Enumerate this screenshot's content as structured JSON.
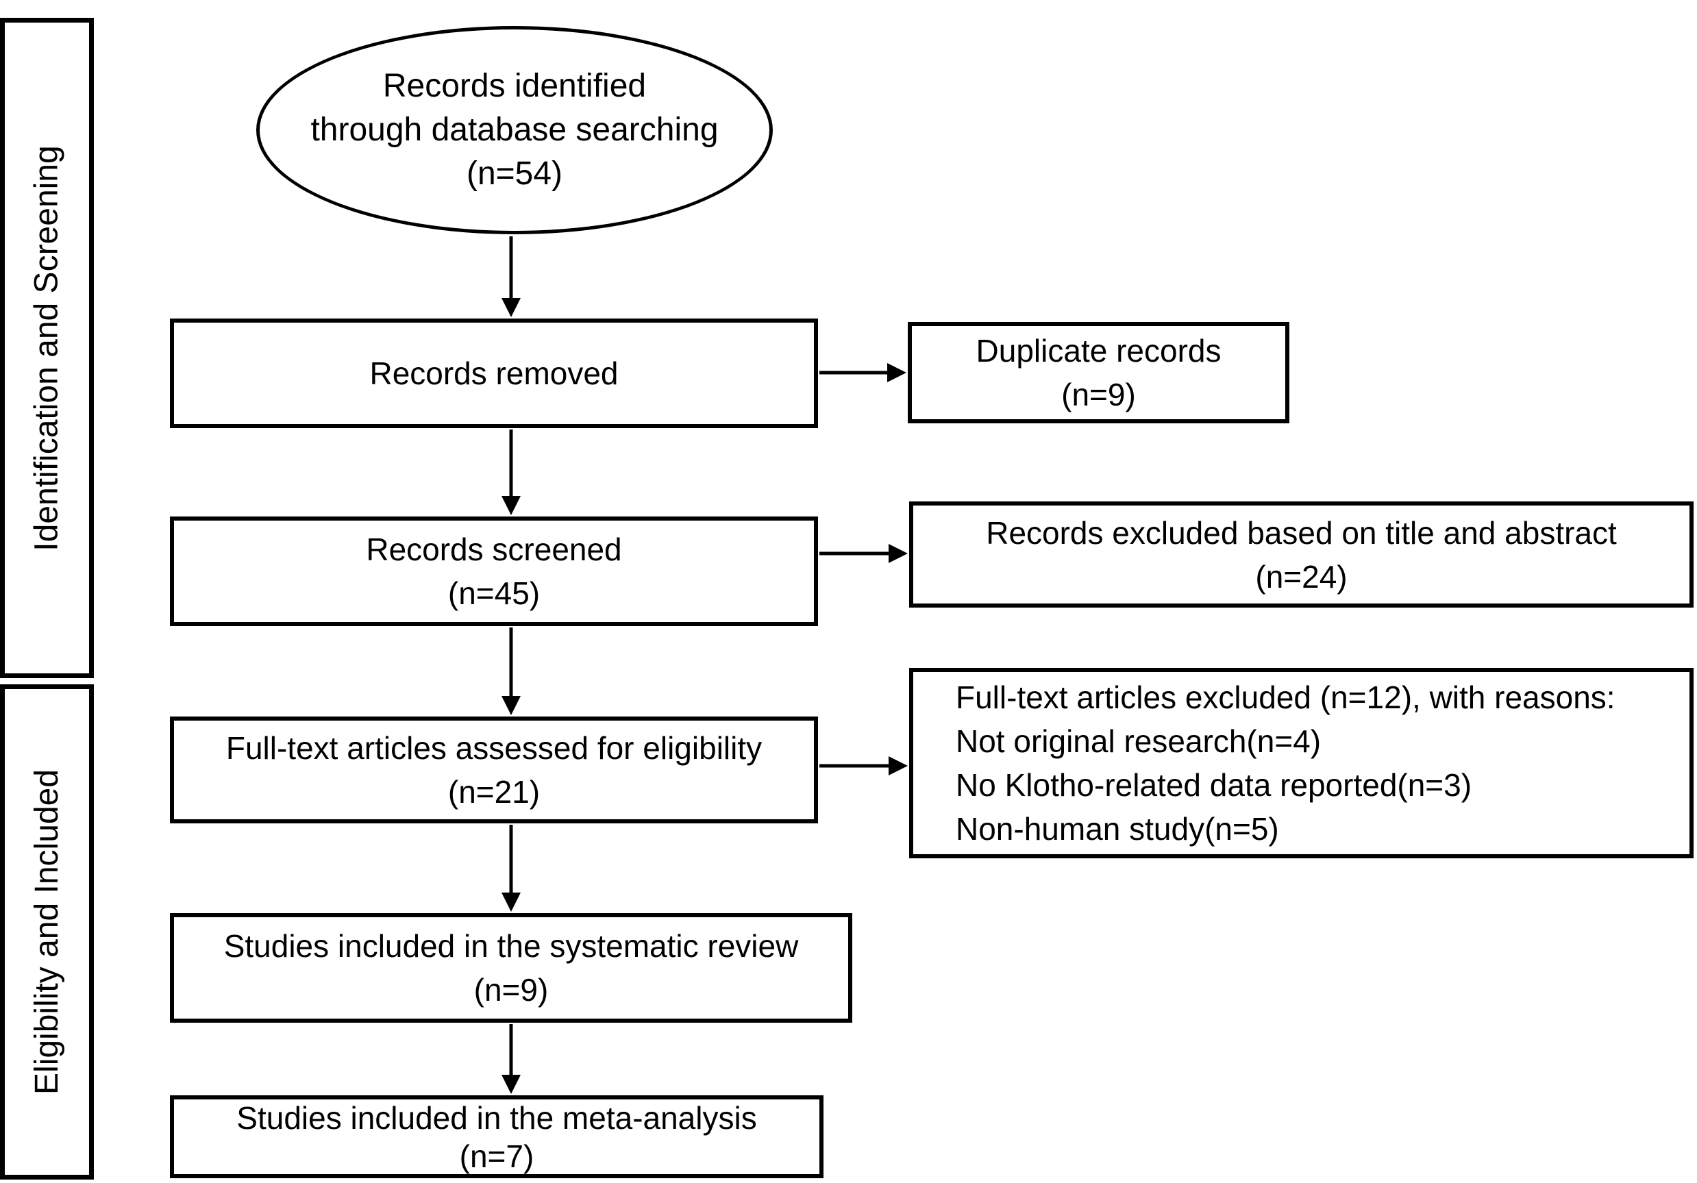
{
  "colors": {
    "stroke": "#000000",
    "background": "#ffffff",
    "text": "#000000"
  },
  "sidebar": {
    "sections": [
      {
        "label": "Identification and Screening"
      },
      {
        "label": "Eligibility and Included"
      }
    ]
  },
  "flow": {
    "source": {
      "lines": [
        "Records identified",
        "through database searching",
        "(n=54)"
      ]
    },
    "steps": [
      {
        "lines": [
          "Records removed"
        ]
      },
      {
        "lines": [
          "Records screened",
          "(n=45)"
        ]
      },
      {
        "lines": [
          "Full-text articles assessed for eligibility",
          "(n=21)"
        ]
      },
      {
        "lines": [
          "Studies included in the systematic review",
          "(n=9)"
        ]
      },
      {
        "lines": [
          "Studies included in the meta-analysis",
          "(n=7)"
        ]
      }
    ],
    "exclusions": [
      {
        "lines": [
          "Duplicate records",
          "(n=9)"
        ]
      },
      {
        "lines": [
          "Records excluded based on title and abstract",
          "(n=24)"
        ]
      },
      {
        "lines": [
          "Full-text articles excluded (n=12), with reasons:",
          "Not original research(n=4)",
          "No Klotho-related data reported(n=3)",
          "Non-human study(n=5)"
        ]
      }
    ]
  }
}
